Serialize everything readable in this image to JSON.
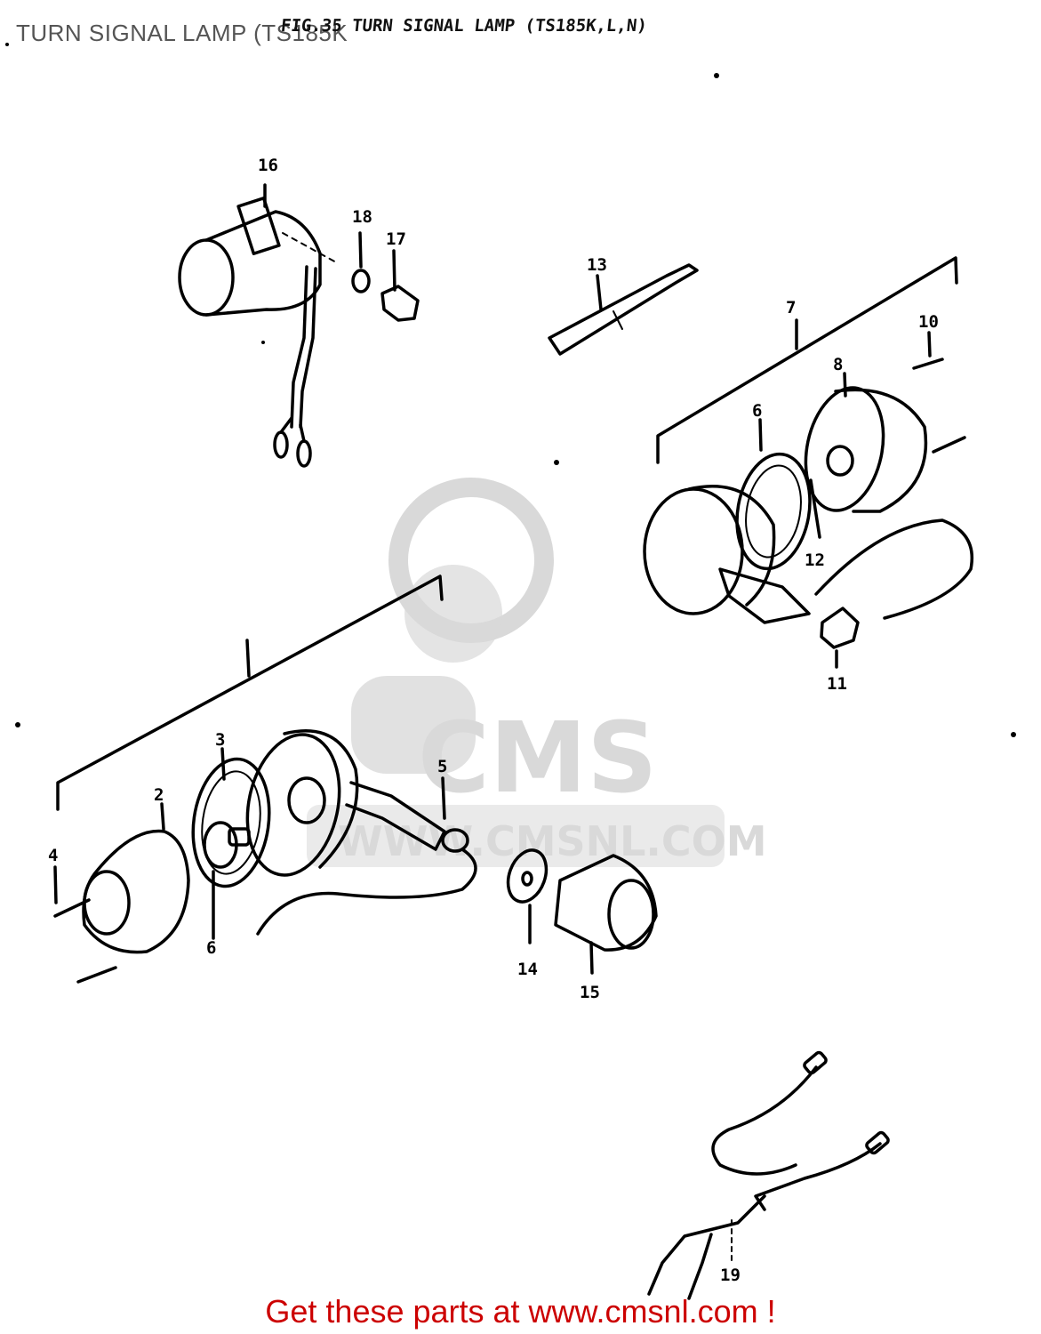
{
  "header": {
    "overlay_title": "TURN SIGNAL LAMP (TS185K",
    "figure_title": "FIG.35 TURN SIGNAL LAMP (TS185K,L,N)"
  },
  "watermark": {
    "brand": "CMS",
    "url": "WWW.CMSNL.COM"
  },
  "callouts": [
    "2",
    "3",
    "4",
    "5",
    "6",
    "7",
    "8",
    "6",
    "10",
    "11",
    "12",
    "13",
    "14",
    "15",
    "16",
    "17",
    "18",
    "19"
  ],
  "footer": {
    "text": "Get these parts at www.cmsnl.com !",
    "color": "#cc0000"
  }
}
